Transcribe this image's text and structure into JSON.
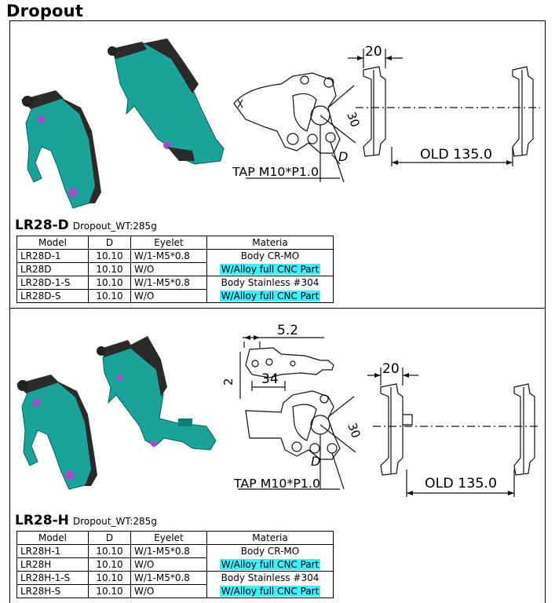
{
  "page": {
    "title": "Dropout"
  },
  "sections": [
    {
      "model": "LR28-D",
      "weight": "Dropout_WT:285g",
      "drawing": {
        "dim_top": "20",
        "dim_angle": "30",
        "dim_d": "D",
        "tap": "TAP M10*P1.0",
        "old": "OLD 135.0"
      },
      "table": {
        "headers": [
          "Model",
          "D",
          "Eyelet",
          "Materia"
        ],
        "rows": [
          {
            "model": "LR28D-1",
            "d": "10.10",
            "eyelet": "W/1-M5*0.8",
            "material": "Body CR-MO",
            "hl": false
          },
          {
            "model": "LR28D",
            "d": "10.10",
            "eyelet": "W/O",
            "material": "W/Alloy full CNC Part",
            "hl": true
          },
          {
            "model": "LR28D-1-S",
            "d": "10.10",
            "eyelet": "W/1-M5*0.8",
            "material": "Body Stainless #304",
            "hl": false
          },
          {
            "model": "LR28D-S",
            "d": "10.10",
            "eyelet": "W/O",
            "material": "W/Alloy full CNC Part",
            "hl": true
          }
        ]
      }
    },
    {
      "model": "LR28-H",
      "weight": "Dropout_WT:285g",
      "drawing": {
        "dim_top": "5.2",
        "dim_side": "2",
        "dim_34": "34",
        "dim_20": "20",
        "dim_angle": "30",
        "dim_d": "D",
        "tap": "TAP M10*P1.0",
        "old": "OLD 135.0"
      },
      "table": {
        "headers": [
          "Model",
          "D",
          "Eyelet",
          "Materia"
        ],
        "rows": [
          {
            "model": "LR28H-1",
            "d": "10.10",
            "eyelet": "W/1-M5*0.8",
            "material": "Body CR-MO",
            "hl": false
          },
          {
            "model": "LR28H",
            "d": "10.10",
            "eyelet": "W/O",
            "material": "W/Alloy full CNC Part",
            "hl": true
          },
          {
            "model": "LR28H-1-S",
            "d": "10.10",
            "eyelet": "W/1-M5*0.8",
            "material": "Body Stainless #304",
            "hl": false
          },
          {
            "model": "LR28H-S",
            "d": "10.10",
            "eyelet": "W/O",
            "material": "W/Alloy full CNC Part",
            "hl": true
          }
        ]
      }
    }
  ],
  "colors": {
    "teal": "#19a39a",
    "dark": "#2a2a2a",
    "purple": "#a04fc9",
    "highlight": "#3ff0ff"
  }
}
